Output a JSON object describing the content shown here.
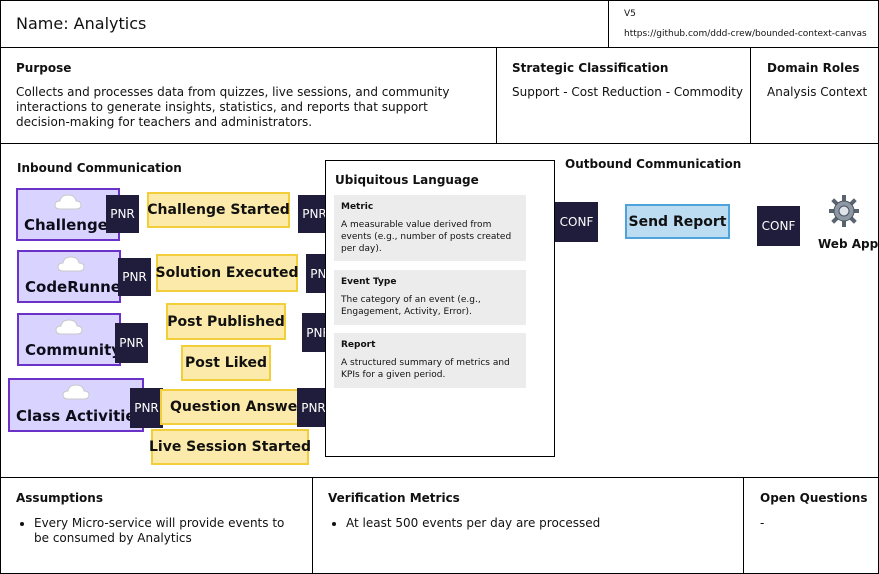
{
  "header": {
    "name": "Name: Analytics",
    "version": "V5",
    "url": "https://github.com/ddd-crew/bounded-context-canvas"
  },
  "purpose": {
    "title": "Purpose",
    "text": "Collects and processes data from quizzes, live sessions, and community interactions to generate insights, statistics, and reports that support decision-making for teachers and administrators."
  },
  "strategic": {
    "title": "Strategic Classification",
    "text": "Support - Cost Reduction - Commodity"
  },
  "roles": {
    "title": "Domain Roles",
    "text": "Analysis Context"
  },
  "inbound": {
    "title": "Inbound Communication",
    "contexts": [
      "Challenges",
      "CodeRunner",
      "Community",
      "Class Activities"
    ],
    "events": [
      "Challenge Started",
      "Solution Executed",
      "Post Published",
      "Post Liked",
      "Question Answered",
      "Live Session Started"
    ],
    "pnr": "PNR"
  },
  "ubiquitous": {
    "title": "Ubiquitous Language",
    "terms": [
      {
        "term": "Metric",
        "definition": "A measurable value derived from events (e.g., number of posts created per day)."
      },
      {
        "term": "Event Type",
        "definition": "The category of an event (e.g., Engagement, Activity, Error)."
      },
      {
        "term": "Report",
        "definition": "A structured summary of metrics and KPIs for a given period."
      }
    ]
  },
  "outbound": {
    "title": "Outbound Communication",
    "conf": "CONF",
    "command": "Send Report",
    "target": "Web App",
    "target_icon": "gear-icon"
  },
  "assumptions": {
    "title": "Assumptions",
    "items": [
      "Every Micro-service will provide events to be consumed by Analytics"
    ]
  },
  "verification": {
    "title": "Verification Metrics",
    "items": [
      "At least 500 events per day are processed"
    ]
  },
  "questions": {
    "title": "Open Questions",
    "text": "-"
  },
  "colors": {
    "context_fill": "#d9d4ff",
    "context_border": "#6a32c9",
    "event_fill": "#fbeaa9",
    "event_border": "#f2cf3a",
    "pnr_fill": "#1f1d3b",
    "command_fill": "#bcdcf2",
    "command_border": "#4ea3db",
    "term_fill": "#ececec"
  }
}
